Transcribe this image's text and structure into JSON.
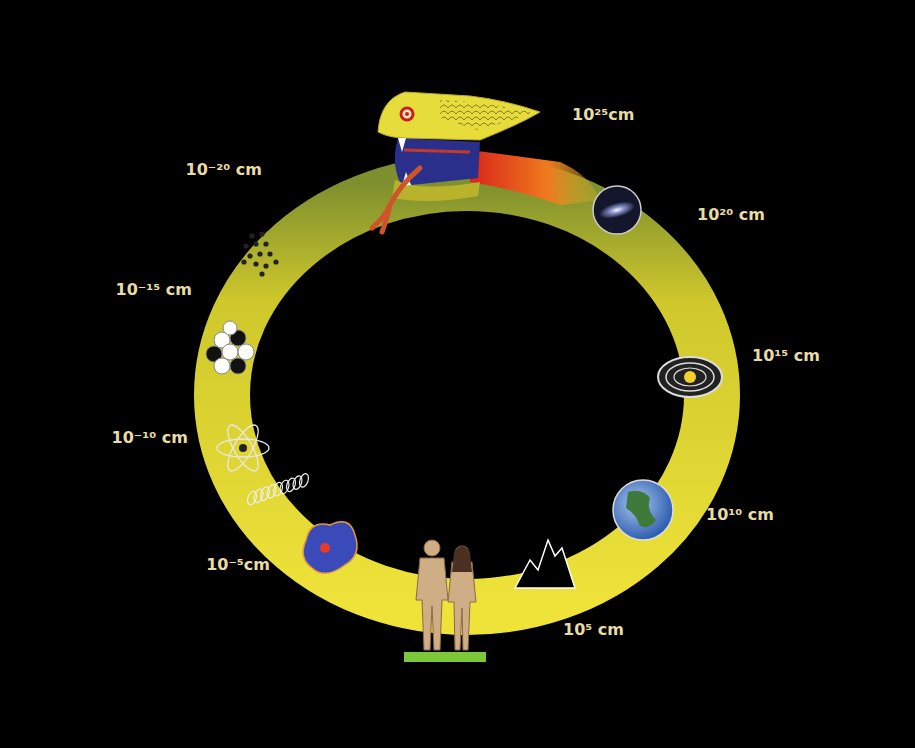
{
  "diagram": {
    "labels": [
      "10²⁵cm",
      "10²⁰ cm",
      "10¹⁵ cm",
      "10¹⁰ cm",
      "10⁵ cm",
      "10⁻⁵cm",
      "10⁻¹⁰ cm",
      "10⁻¹⁵ cm",
      "10⁻²⁰ cm"
    ]
  }
}
